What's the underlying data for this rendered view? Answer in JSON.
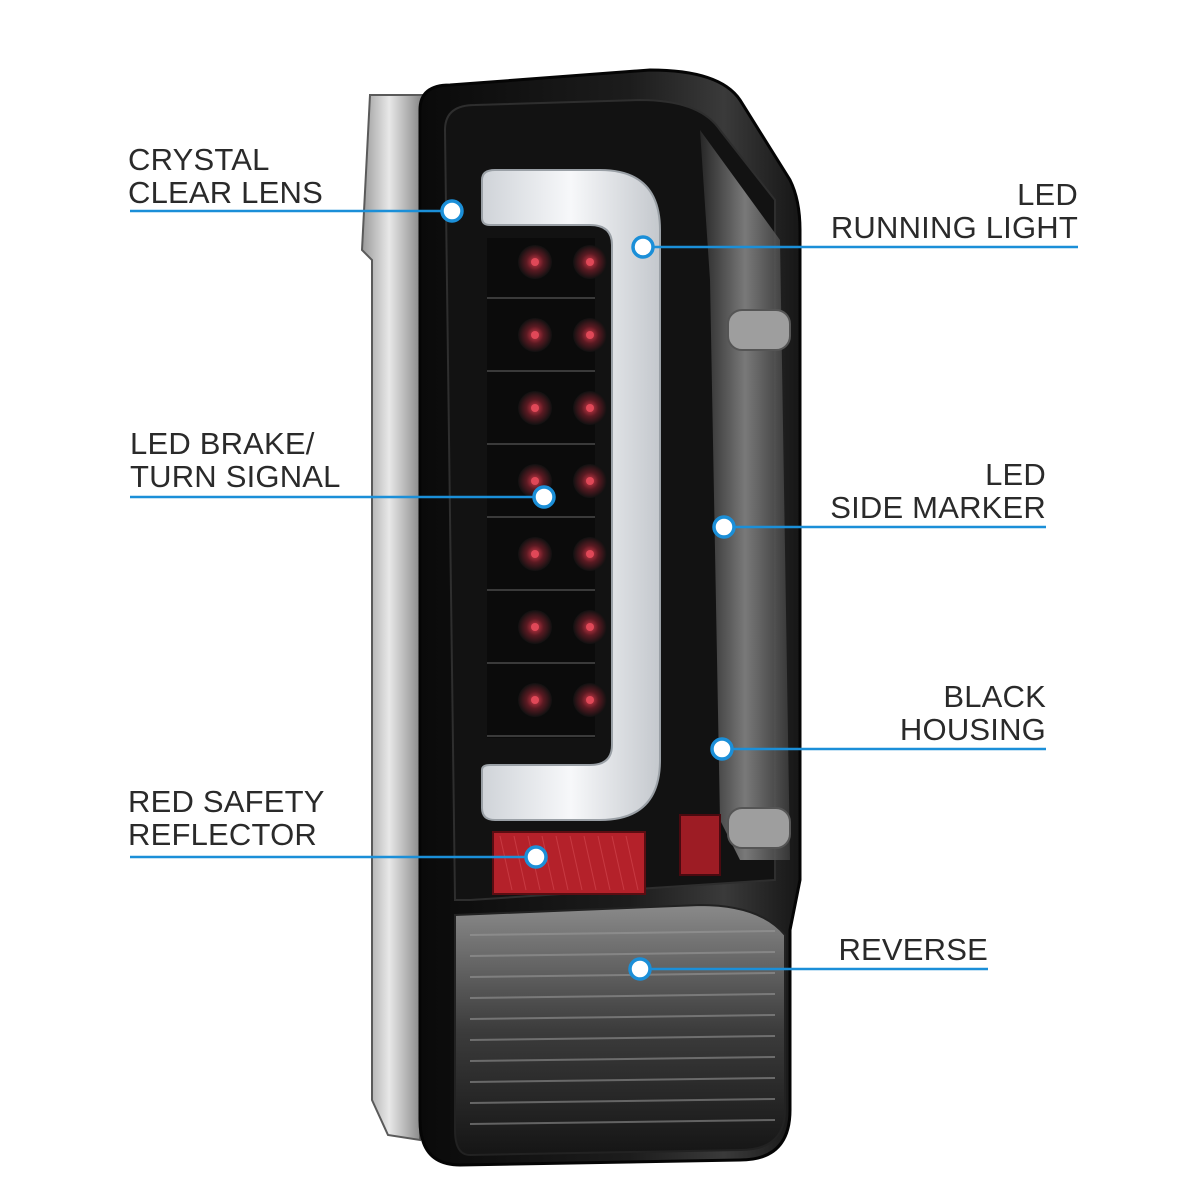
{
  "colors": {
    "accent": "#1b8fd8",
    "housing": "#141414",
    "lens_tube": "#e9ebee",
    "reflector": "#b4212a",
    "text": "#2a2a2a"
  },
  "callouts": [
    {
      "id": "crystal-clear-lens",
      "text": "CRYSTAL\nCLEAR LENS"
    },
    {
      "id": "led-running-light",
      "text": "LED\nRUNNING LIGHT"
    },
    {
      "id": "led-brake-turn-signal",
      "text": "LED BRAKE/\nTURN SIGNAL"
    },
    {
      "id": "led-side-marker",
      "text": "LED\nSIDE MARKER"
    },
    {
      "id": "black-housing",
      "text": "BLACK\nHOUSING"
    },
    {
      "id": "red-safety-reflector",
      "text": "RED SAFETY\nREFLECTOR"
    },
    {
      "id": "reverse",
      "text": "REVERSE"
    }
  ]
}
